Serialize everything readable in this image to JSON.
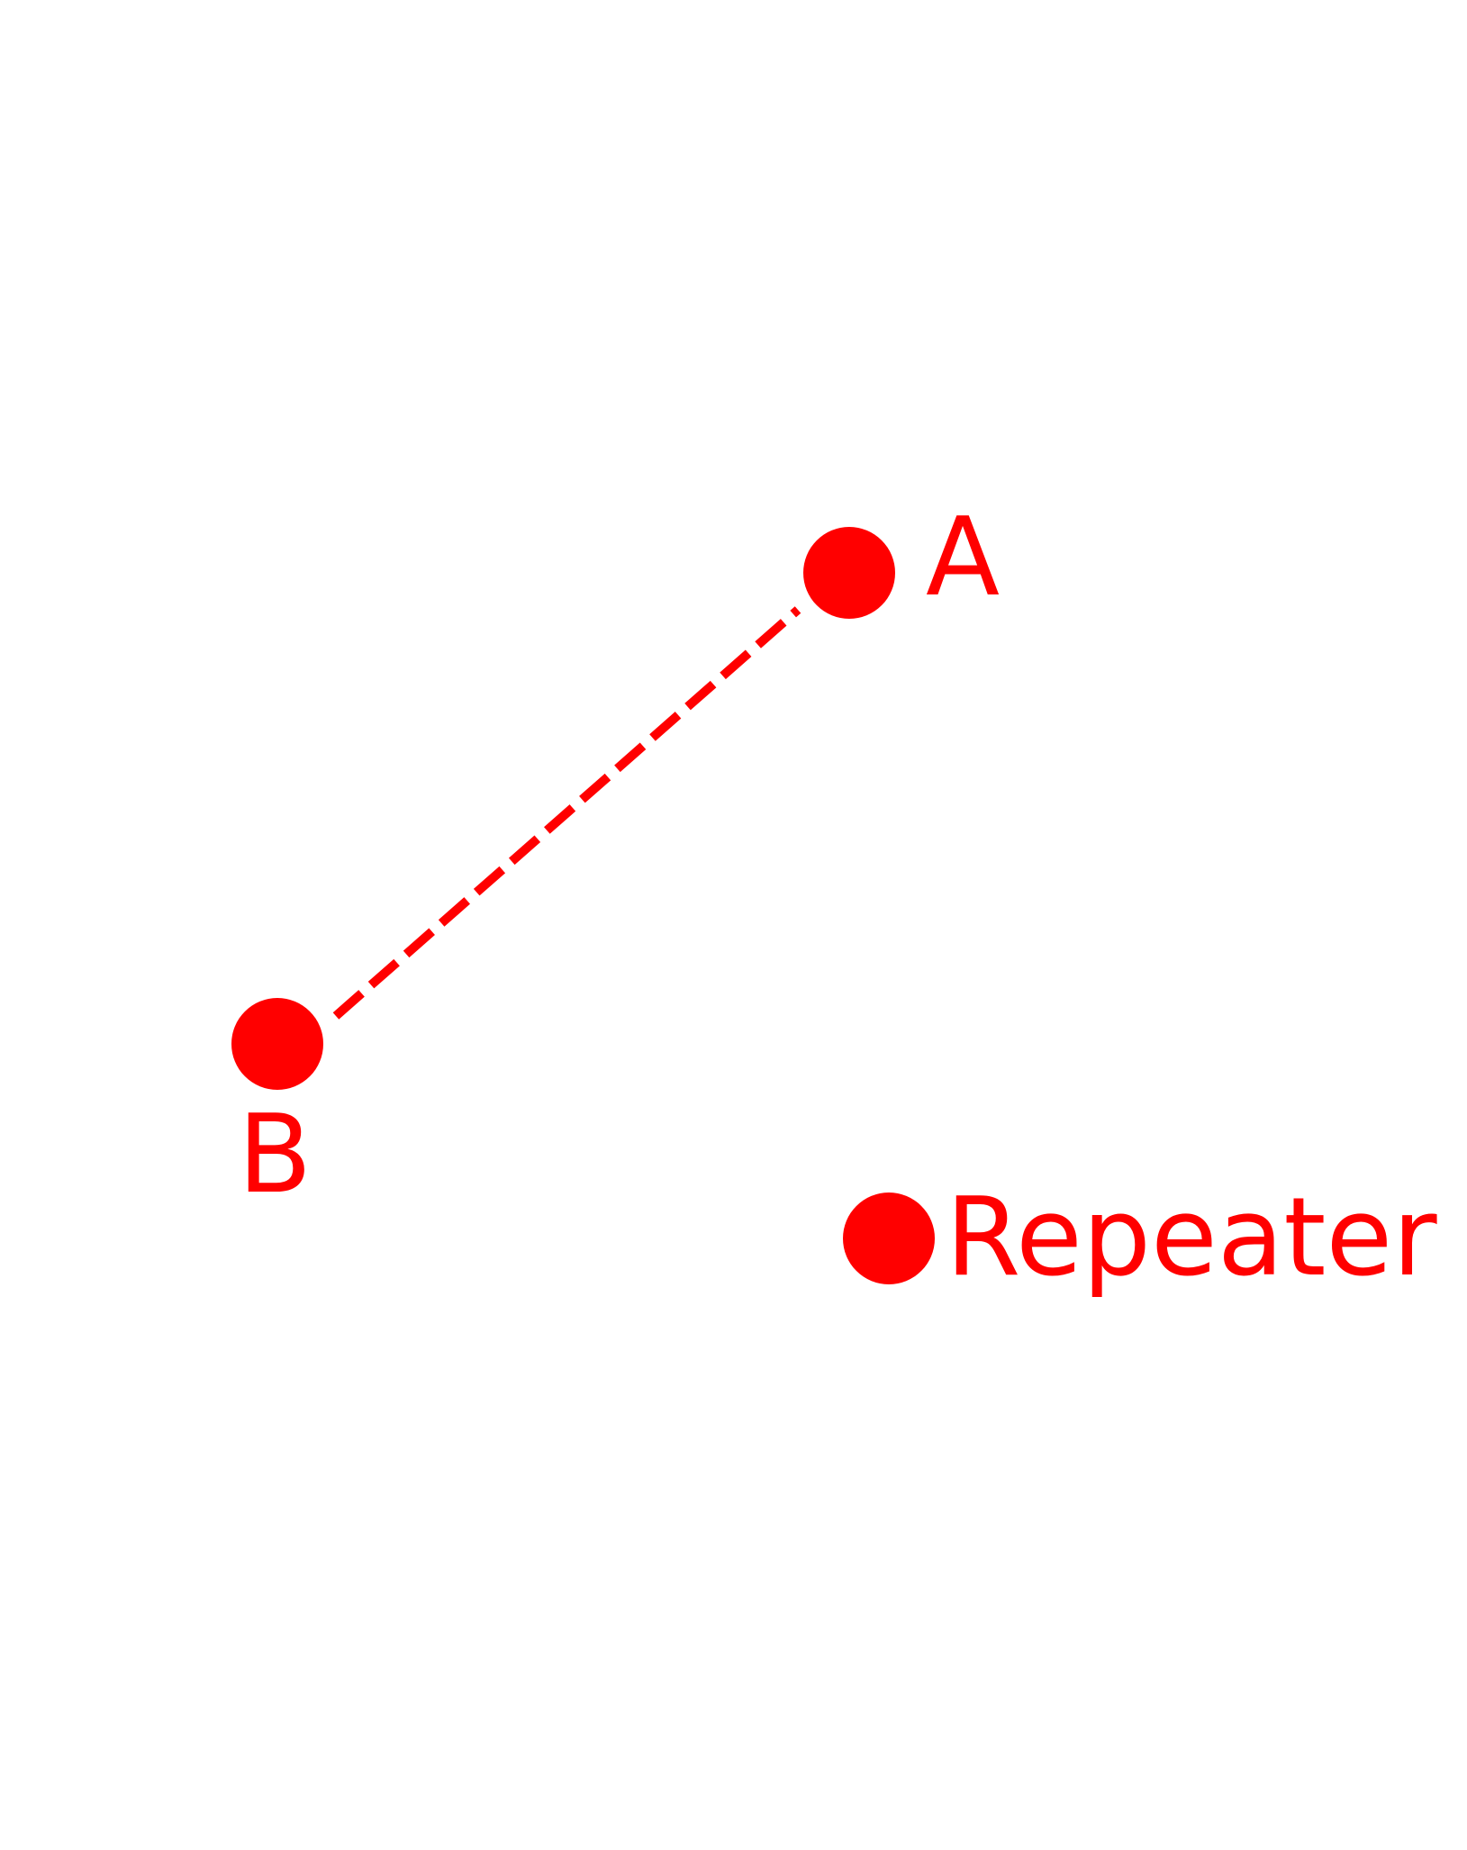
{
  "diagram": {
    "color": "#ff0000",
    "background": "#ffffff",
    "nodes": [
      {
        "id": "a",
        "label": "A"
      },
      {
        "id": "b",
        "label": "B"
      },
      {
        "id": "repeater",
        "label": "Repeater"
      }
    ],
    "links": [
      {
        "from": "B",
        "to": "A",
        "style": "dashed"
      }
    ]
  }
}
